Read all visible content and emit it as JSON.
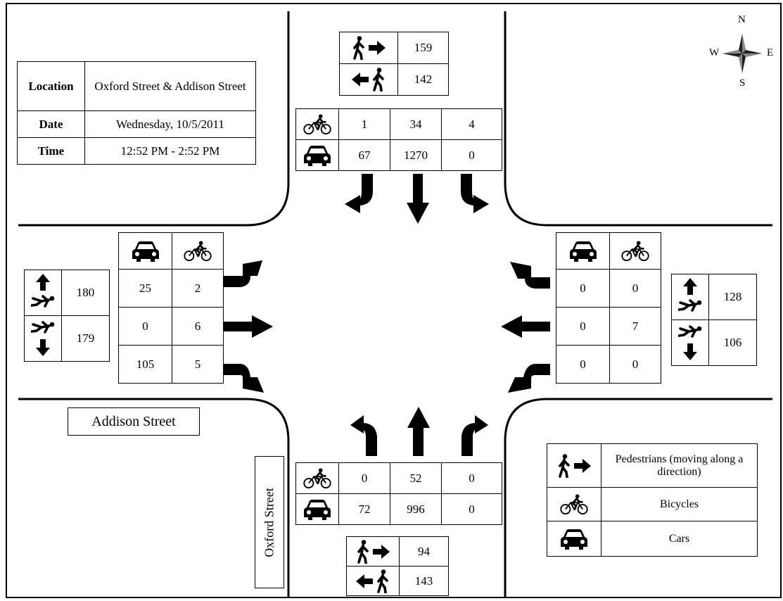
{
  "info": {
    "rows": [
      {
        "label": "Location",
        "value": "Oxford Street & Addison Street"
      },
      {
        "label": "Date",
        "value": "Wednesday, 10/5/2011"
      },
      {
        "label": "Time",
        "value": "12:52 PM - 2:52 PM"
      }
    ]
  },
  "compass": {
    "n": "N",
    "s": "S",
    "e": "E",
    "w": "W"
  },
  "north": {
    "ped_east": "159",
    "ped_west": "142",
    "bike": [
      "1",
      "34",
      "4"
    ],
    "car": [
      "67",
      "1270",
      "0"
    ]
  },
  "south": {
    "ped_east": "94",
    "ped_west": "143",
    "bike": [
      "0",
      "52",
      "0"
    ],
    "car": [
      "72",
      "996",
      "0"
    ]
  },
  "west": {
    "ped_north": "180",
    "ped_south": "179",
    "rows": [
      {
        "car": "25",
        "bike": "2"
      },
      {
        "car": "0",
        "bike": "6"
      },
      {
        "car": "105",
        "bike": "5"
      }
    ]
  },
  "east": {
    "ped_north": "128",
    "ped_south": "106",
    "rows": [
      {
        "car": "0",
        "bike": "0"
      },
      {
        "car": "0",
        "bike": "7"
      },
      {
        "car": "0",
        "bike": "0"
      }
    ]
  },
  "street_labels": {
    "addison": "Addison Street",
    "oxford": "Oxford Street"
  },
  "legend": [
    {
      "icon": "pedestrian-arrow-icon",
      "text": "Pedestrians (moving along a direction)"
    },
    {
      "icon": "bicycle-icon",
      "text": "Bicycles"
    },
    {
      "icon": "car-icon",
      "text": "Cars"
    }
  ]
}
